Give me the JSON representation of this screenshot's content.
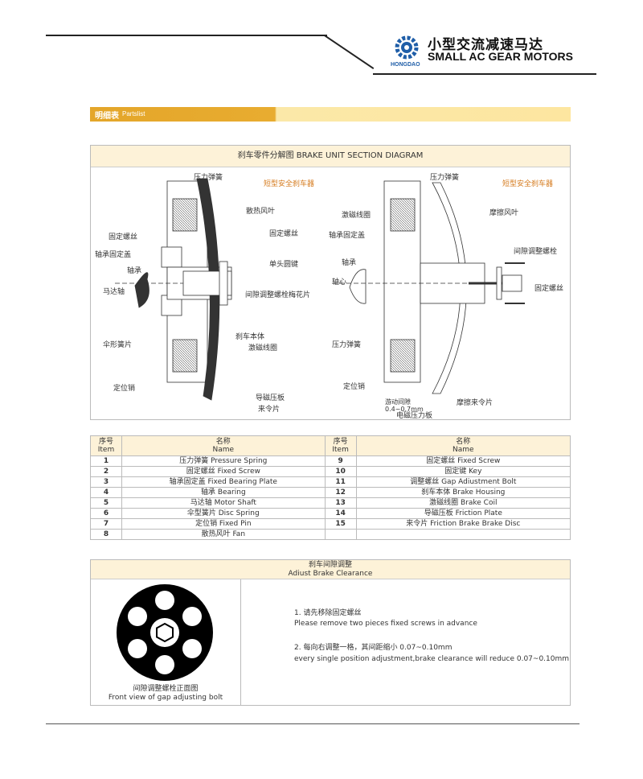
{
  "header": {
    "brand_cn": "小型交流减速马达",
    "brand_en": "SMALL AC GEAR MOTORS",
    "logo_text": "HONGDAO"
  },
  "section": {
    "title_cn": "明细表",
    "title_en": "Partslist"
  },
  "diagram": {
    "title": "刹车零件分解图  BRAKE UNIT SECTION DIAGRAM",
    "left": {
      "type_label": "短型安全刹车器",
      "labels": [
        "压力弹簧",
        "散热风叶",
        "固定螺丝",
        "固定螺丝",
        "轴承固定盖",
        "单头圆键",
        "轴承",
        "马达轴",
        "间隙调整螺栓梅花片",
        "刹车本体",
        "伞形簧片",
        "激磁线圈",
        "定位销",
        "导磁压板",
        "来令片"
      ]
    },
    "right": {
      "type_label": "短型安全刹车器",
      "labels": [
        "压力弹簧",
        "激磁线圈",
        "摩擦风叶",
        "轴承固定盖",
        "间隙调整螺栓",
        "轴承",
        "固定螺丝",
        "轴心",
        "压力弹簧",
        "定位销",
        "游动间隙",
        "0.4~0.7mm",
        "摩擦来令片",
        "电磁压力板"
      ]
    }
  },
  "parts_table": {
    "headers": {
      "item_cn": "序号",
      "item_en": "Item",
      "name_cn": "名称",
      "name_en": "Name"
    },
    "left": [
      {
        "no": "1",
        "name": "压力弹簧  Pressure Spring"
      },
      {
        "no": "2",
        "name": "固定螺丝  Fixed Screw"
      },
      {
        "no": "3",
        "name": "轴承固定盖  Fixed Bearing Plate"
      },
      {
        "no": "4",
        "name": "轴承  Bearing"
      },
      {
        "no": "5",
        "name": "马达轴  Motor Shaft"
      },
      {
        "no": "6",
        "name": "伞型簧片  Disc Spring"
      },
      {
        "no": "7",
        "name": "定位销  Fixed Pin"
      },
      {
        "no": "8",
        "name": "散热风叶  Fan"
      }
    ],
    "right": [
      {
        "no": "9",
        "name": "固定螺丝  Fixed Screw"
      },
      {
        "no": "10",
        "name": "固定键  Key"
      },
      {
        "no": "11",
        "name": "调整螺丝  Gap Adiustment Bolt"
      },
      {
        "no": "12",
        "name": "刹车本体  Brake Housing"
      },
      {
        "no": "13",
        "name": "激磁线圈  Brake Coil"
      },
      {
        "no": "14",
        "name": "导磁压板  Friction Plate"
      },
      {
        "no": "15",
        "name": "来令片  Friction Brake Brake Disc"
      },
      {
        "no": "",
        "name": ""
      }
    ]
  },
  "clearance": {
    "title_cn": "刹车间隙调整",
    "title_en": "Adiust Brake Clearance",
    "bolt_caption_cn": "间隙调整螺栓正面图",
    "bolt_caption_en": "Front view of gap adjusting bolt",
    "step1_cn": "1. 请先移除固定螺丝",
    "step1_en": "Please remove two pieces fixed screws in advance",
    "step2_cn": "2. 每向右调整一格，其间距缩小 0.07~0.10mm",
    "step2_en": "every single position adjustment,brake clearance will reduce 0.07~0.10mm"
  }
}
